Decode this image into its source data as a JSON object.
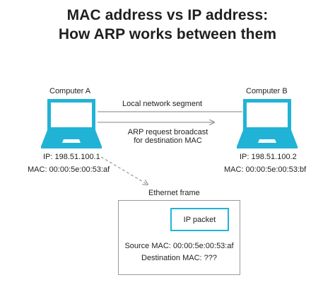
{
  "title_line1": "MAC address vs IP address:",
  "title_line2": "How ARP works between them",
  "computer_a": {
    "name": "Computer A",
    "ip": "IP: 198.51.100.1",
    "mac": "MAC: 00:00:5e:00:53:af"
  },
  "computer_b": {
    "name": "Computer B",
    "ip": "IP: 198.51.100.2",
    "mac": "MAC: 00:00:5e:00:53:bf"
  },
  "network_segment_label": "Local network segment",
  "arp_request_line1": "ARP request broadcast",
  "arp_request_line2": "for destination MAC",
  "frame": {
    "label": "Ethernet frame",
    "packet_label": "IP packet",
    "source_mac": "Source MAC: 00:00:5e:00:53:af",
    "destination_mac": "Destination MAC: ???"
  },
  "colors": {
    "accent": "#21b3d6",
    "line_gray": "#9a9a9a",
    "text": "#222222"
  },
  "icons": [
    "laptop-icon",
    "laptop-icon"
  ]
}
